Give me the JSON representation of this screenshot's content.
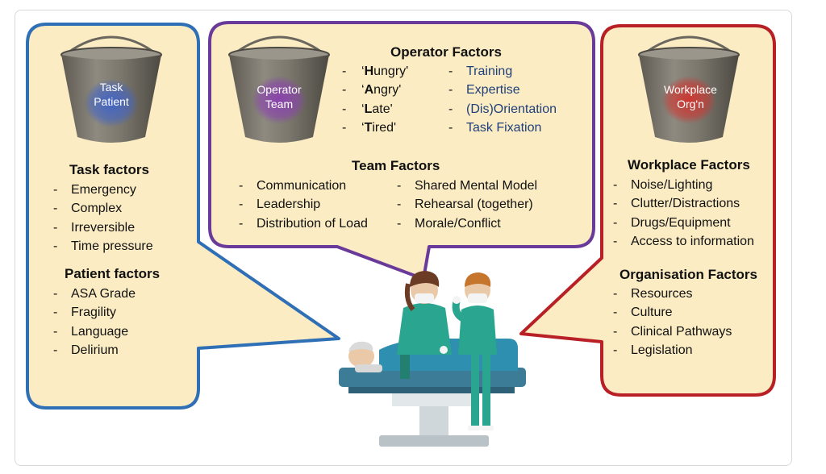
{
  "left_panel": {
    "bucket_label_1": "Task",
    "bucket_label_2": "Patient",
    "task_heading": "Task factors",
    "task_items": [
      "Emergency",
      "Complex",
      "Irreversible",
      "Time pressure"
    ],
    "patient_heading": "Patient factors",
    "patient_items": [
      "ASA Grade",
      "Fragility",
      "Language",
      "Delirium"
    ]
  },
  "center_panel": {
    "bucket_label_1": "Operator",
    "bucket_label_2": "Team",
    "operator_heading": "Operator Factors",
    "operator_left": [
      {
        "first": "H",
        "rest": "ungry'"
      },
      {
        "first": "A",
        "rest": "ngry'"
      },
      {
        "first": "L",
        "rest": "ate'"
      },
      {
        "first": "T",
        "rest": "ired'"
      }
    ],
    "operator_right": [
      "Training",
      "Expertise",
      "(Dis)Orientation",
      "Task Fixation"
    ],
    "team_heading": "Team Factors",
    "team_left": [
      "Communication",
      "Leadership",
      "Distribution of Load"
    ],
    "team_right": [
      "Shared Mental Model",
      "Rehearsal (together)",
      "Morale/Conflict"
    ]
  },
  "right_panel": {
    "bucket_label_1": "Workplace",
    "bucket_label_2": "Org'n",
    "workplace_heading": "Workplace Factors",
    "workplace_items": [
      "Noise/Lighting",
      "Clutter/Distractions",
      "Drugs/Equipment",
      "Access to information"
    ],
    "org_heading": "Organisation Factors",
    "org_items": [
      "Resources",
      "Culture",
      "Clinical Pathways",
      "Legislation"
    ]
  },
  "colors": {
    "bubble_fill": "#fbecc3",
    "left_border": "#2f6fb6",
    "center_border": "#6a3a9a",
    "right_border": "#b82025",
    "bucket_glow_left": "#3f63c8",
    "bucket_glow_center": "#8a3fb0",
    "bucket_glow_right": "#d0342f",
    "scrub_green": "#2aa58f",
    "table_blue": "#3c7c96"
  }
}
